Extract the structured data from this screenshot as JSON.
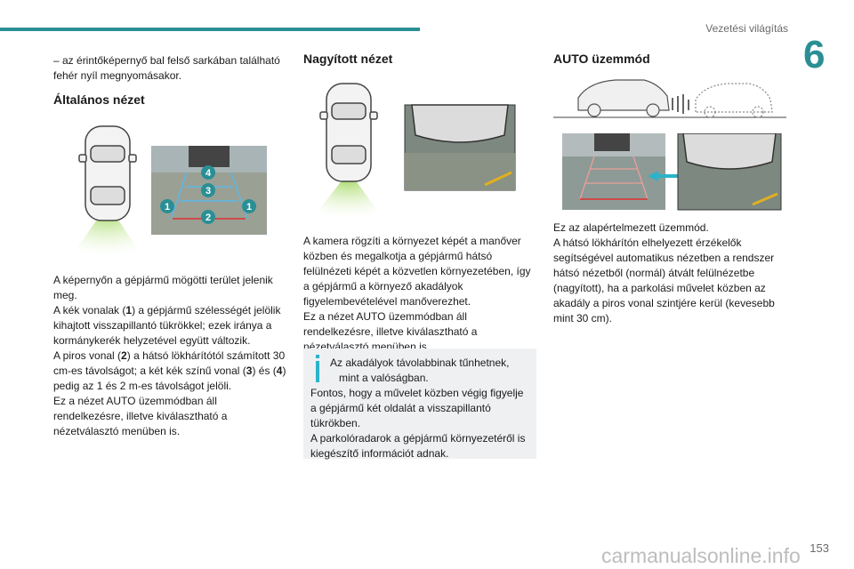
{
  "header": {
    "section_title": "Vezetési világítás",
    "chapter_number": "6",
    "accent_color": "#2a8f94"
  },
  "column1": {
    "intro_text": "– az érintőképernyő bal felső sarkában található fehér nyíl megnyomásakor.",
    "heading": "Általános nézet",
    "figure": {
      "markers": [
        "4",
        "3",
        "1",
        "2",
        "1"
      ]
    },
    "paragraph_html": "A képernyőn a gépjármű mögötti terület jelenik meg.<br>A kék vonalak (<b>1</b>) a gépjármű szélességét jelölik kihajtott visszapillantó tükrökkel; ezek iránya a kormánykerék helyzetével együtt változik.<br>A piros vonal (<b>2</b>) a hátsó lökhárítótól számított 30 cm-es távolságot; a két kék színű vonal (<b>3</b>) és (<b>4</b>) pedig az 1 és 2 m-es távolságot jelöli.<br>Ez a nézet AUTO üzemmódban áll rendelkezésre, illetve kiválasztható a nézetválasztó menüben is."
  },
  "column2": {
    "heading": "Nagyított nézet",
    "paragraph_html": "A kamera rögzíti a környezet képét a manőver közben és megalkotja a gépjármű hátsó felülnézeti képét a közvetlen környezetében, így a gépjármű a környező akadályok figyelembevételével manőverezhet.<br>Ez a nézet AUTO üzemmódban áll rendelkezésre, illetve kiválasztható a nézetválasztó menüben is.",
    "info_box_html": "<span style=\"padding-left:22px;display:inline-block;text-indent:0\">Az akadályok távolabbinak tűnhetnek,</span><br><span style=\"padding-left:32px;display:inline-block\">mint a valóságban.</span><br>Fontos, hogy a művelet közben végig figyelje a gépjármű két oldalát a visszapillantó tükrökben.<br>A parkolóradarok a gépjármű környezetéről is kiegészítő információt adnak.",
    "info_color": "#2bb3c9"
  },
  "column3": {
    "heading": "AUTO üzemmód",
    "paragraph_html": "Ez az alapértelmezett üzemmód.<br>A hátsó lökhárítón elhelyezett érzékelők segítségével automatikus nézetben a rendszer hátsó nézetből (normál) átvált felülnézetbe (nagyított), ha a parkolási művelet közben az akadály a piros vonal szintjére kerül (kevesebb mint 30 cm)."
  },
  "footer": {
    "page_number": "153",
    "watermark": "carmanualsonline.info"
  }
}
